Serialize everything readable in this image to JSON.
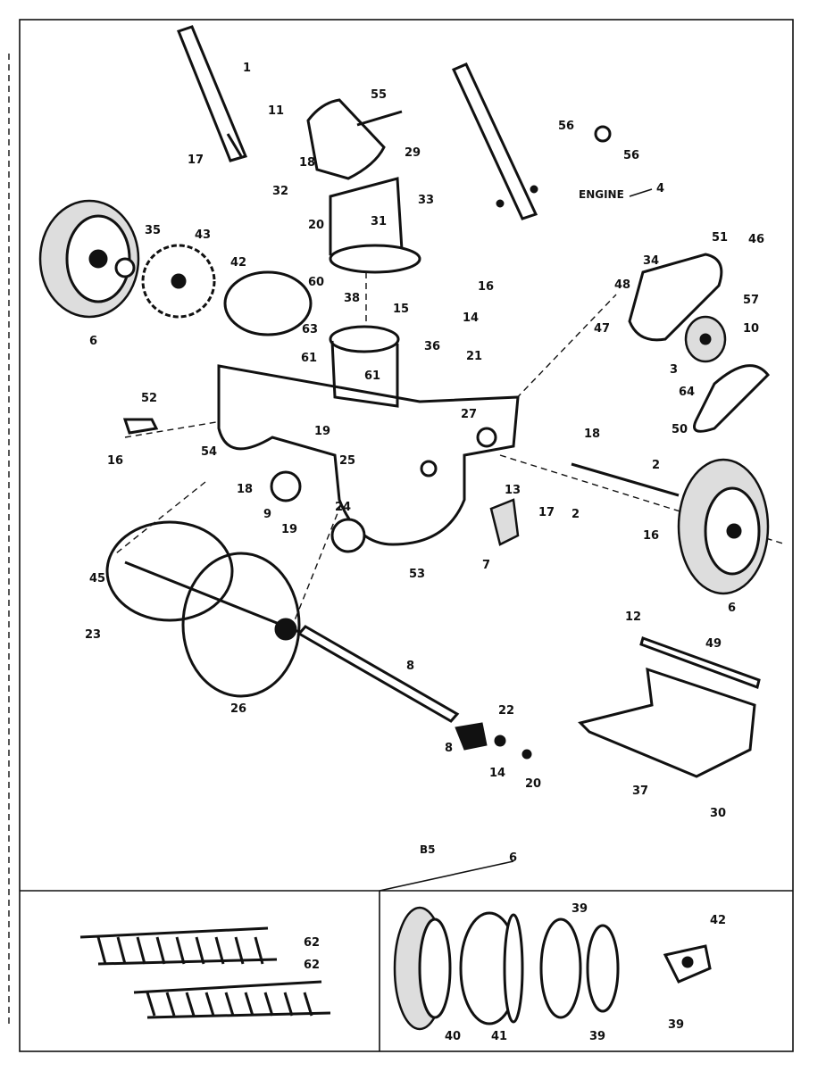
{
  "engine_label": "ENGINE",
  "sheet_code": "B5",
  "callouts": {
    "c1": "1",
    "c11": "11",
    "c17a": "17",
    "c55": "55",
    "c29": "29",
    "c18a": "18",
    "c32": "32",
    "c20a": "20",
    "c33": "33",
    "c31": "31",
    "c38": "38",
    "c15": "15",
    "c56a": "56",
    "c56b": "56",
    "c4": "4",
    "c35": "35",
    "c43": "43",
    "c42a": "42",
    "c60": "60",
    "c6a": "6",
    "c63": "63",
    "c16a": "16",
    "c14a": "14",
    "c21": "21",
    "c61a": "61",
    "c61b": "61",
    "c36": "36",
    "c34": "34",
    "c51": "51",
    "c46": "46",
    "c48": "48",
    "c47": "47",
    "c57": "57",
    "c10": "10",
    "c3": "3",
    "c64": "64",
    "c50": "50",
    "c52": "52",
    "c16b": "16",
    "c54": "54",
    "c19a": "19",
    "c27": "27",
    "c18b": "18",
    "c2a": "2",
    "c2b": "2",
    "c25": "25",
    "c18c": "18",
    "c9": "9",
    "c19b": "19",
    "c24": "24",
    "c13": "13",
    "c17b": "17",
    "c7": "7",
    "c16c": "16",
    "c53": "53",
    "c6b": "6",
    "c45": "45",
    "c23": "23",
    "c26": "26",
    "c8a": "8",
    "c12": "12",
    "c49": "49",
    "c22": "22",
    "c8b": "8",
    "c14b": "14",
    "c20b": "20",
    "c37": "37",
    "c30": "30",
    "c6c": "6",
    "c62a": "62",
    "c62b": "62",
    "c39a": "39",
    "c42b": "42",
    "c40": "40",
    "c41": "41",
    "c39b": "39",
    "c39c": "39"
  }
}
